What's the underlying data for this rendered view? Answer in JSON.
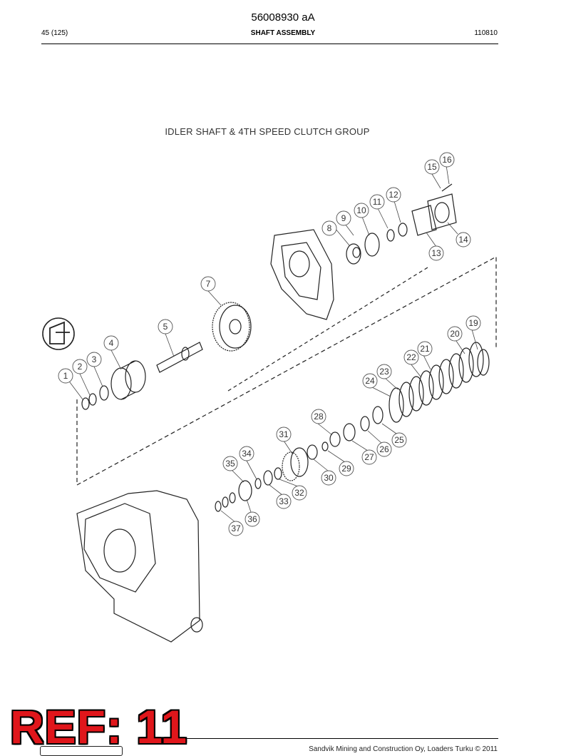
{
  "document": {
    "number": "56008930 aA",
    "page": "45 (125)",
    "section": "SHAFT ASSEMBLY",
    "date_code": "110810"
  },
  "diagram": {
    "title": "IDLER SHAFT & 4TH SPEED CLUTCH GROUP",
    "callouts": [
      "1",
      "2",
      "3",
      "4",
      "5",
      "7",
      "8",
      "9",
      "10",
      "11",
      "12",
      "13",
      "14",
      "15",
      "16",
      "19",
      "20",
      "21",
      "22",
      "23",
      "24",
      "25",
      "26",
      "27",
      "28",
      "29",
      "30",
      "31",
      "32",
      "33",
      "34",
      "35",
      "36",
      "37"
    ]
  },
  "stamp": {
    "text": "REF: 11"
  },
  "footer": {
    "copyright": "Sandvik Mining and Construction Oy, Loaders Turku © 2011"
  },
  "colors": {
    "stamp_red": "#e0161b",
    "line": "#222222"
  }
}
